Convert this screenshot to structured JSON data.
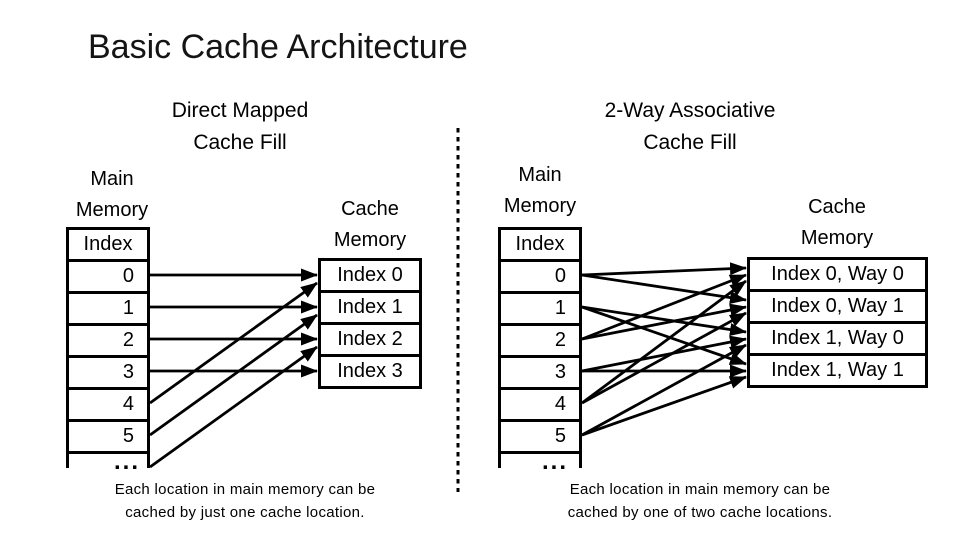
{
  "slide": {
    "title": "Basic Cache Architecture",
    "background": "#ffffff",
    "ink": "#000000"
  },
  "left_diagram": {
    "heading": [
      "Direct Mapped",
      "Cache Fill"
    ],
    "memory_label": [
      "Main",
      "Memory"
    ],
    "index_header": "Index",
    "memory_rows": [
      "0",
      "1",
      "2",
      "3",
      "4",
      "5"
    ],
    "ellipsis": "...",
    "cache_label": [
      "Cache",
      "Memory"
    ],
    "cache_rows": [
      "Index 0",
      "Index 1",
      "Index 2",
      "Index 3"
    ],
    "arrows": [
      [
        0,
        0
      ],
      [
        1,
        1
      ],
      [
        2,
        2
      ],
      [
        3,
        3
      ],
      [
        4,
        0
      ],
      [
        5,
        1
      ],
      [
        6,
        2
      ]
    ],
    "caption": [
      "Each location in main memory can be",
      "cached by just one cache location."
    ]
  },
  "right_diagram": {
    "heading": [
      "2-Way Associative",
      "Cache Fill"
    ],
    "memory_label": [
      "Main",
      "Memory"
    ],
    "index_header": "Index",
    "memory_rows": [
      "0",
      "1",
      "2",
      "3",
      "4",
      "5"
    ],
    "ellipsis": "...",
    "cache_label": [
      "Cache",
      "Memory"
    ],
    "cache_rows": [
      "Index 0, Way 0",
      "Index 0, Way 1",
      "Index 1, Way 0",
      "Index 1, Way 1"
    ],
    "arrows": [
      [
        0,
        0
      ],
      [
        0,
        1
      ],
      [
        1,
        2
      ],
      [
        1,
        3
      ],
      [
        2,
        0
      ],
      [
        2,
        1
      ],
      [
        3,
        2
      ],
      [
        3,
        3
      ],
      [
        4,
        0
      ],
      [
        4,
        1
      ],
      [
        5,
        2
      ],
      [
        5,
        3
      ]
    ],
    "caption": [
      "Each location in main memory can be",
      "cached by one of two cache locations."
    ]
  }
}
